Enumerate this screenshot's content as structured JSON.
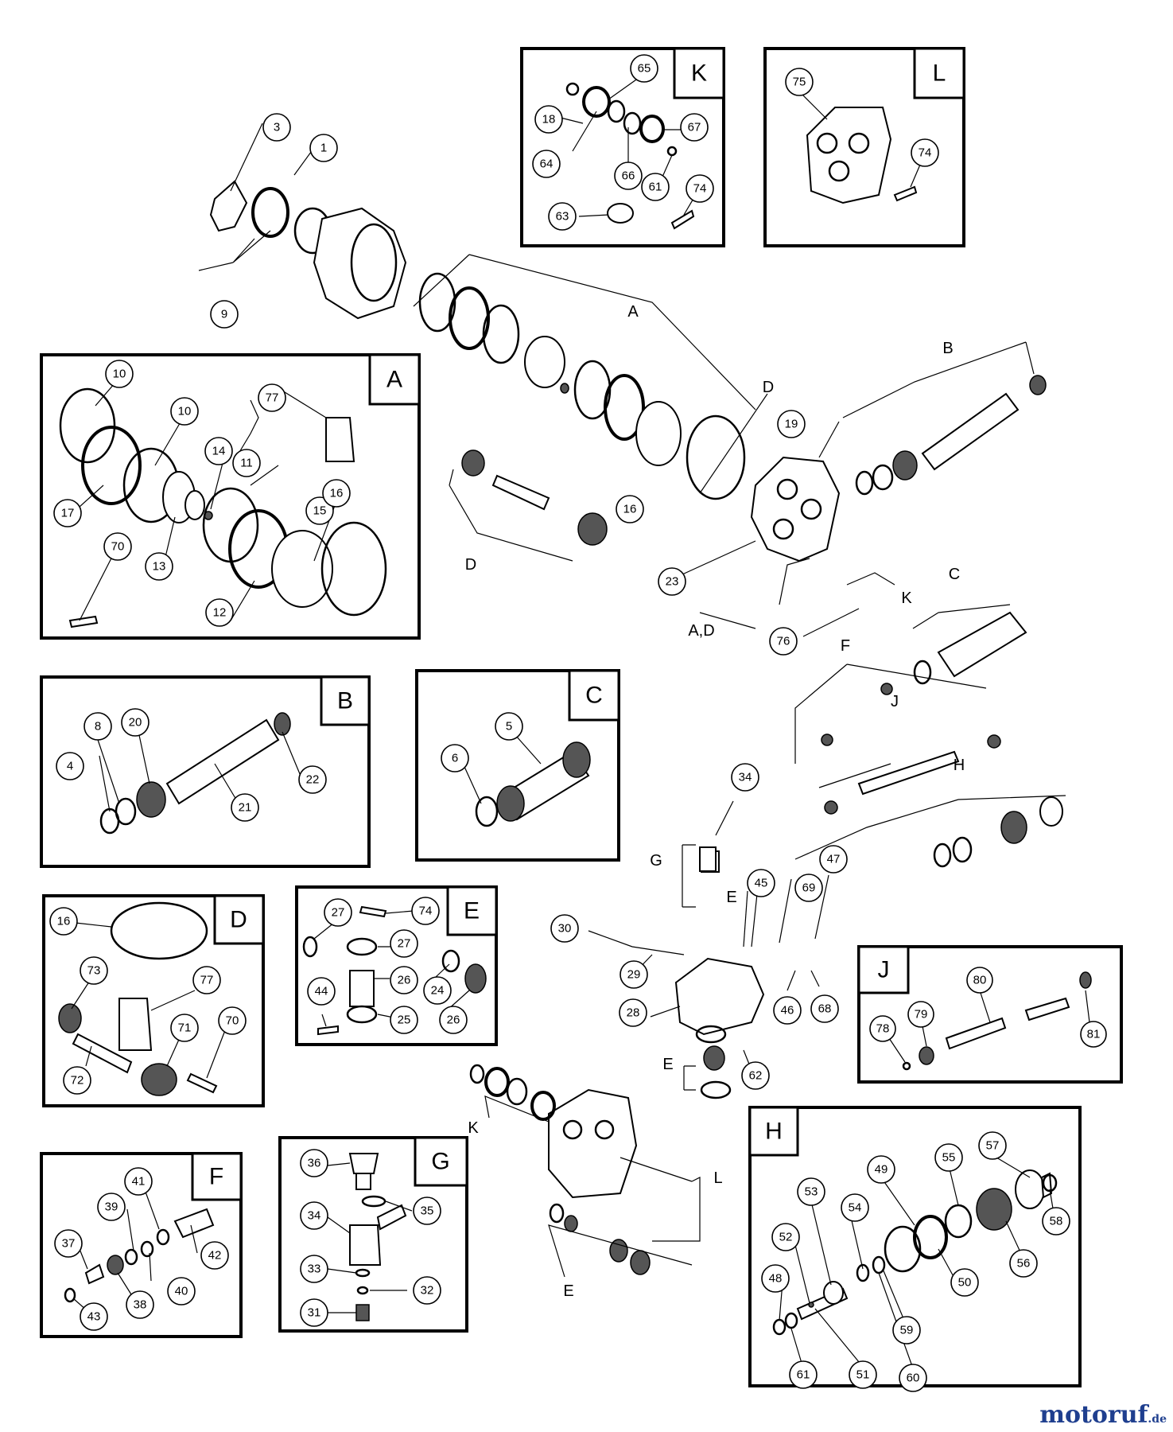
{
  "watermark": {
    "name": "motoruf",
    "suffix": ".de"
  },
  "insets": [
    {
      "id": "A",
      "title": "A",
      "parts": [
        "10",
        "10",
        "17",
        "13",
        "14",
        "11",
        "12",
        "15",
        "16",
        "70",
        "77"
      ]
    },
    {
      "id": "B",
      "title": "B",
      "parts": [
        "4",
        "8",
        "20",
        "21",
        "22"
      ]
    },
    {
      "id": "C",
      "title": "C",
      "parts": [
        "5",
        "6"
      ]
    },
    {
      "id": "D",
      "title": "D",
      "parts": [
        "16",
        "73",
        "77",
        "71",
        "70",
        "72"
      ]
    },
    {
      "id": "E",
      "title": "E",
      "parts": [
        "27",
        "74",
        "27",
        "26",
        "24",
        "26",
        "44",
        "25"
      ]
    },
    {
      "id": "F",
      "title": "F",
      "parts": [
        "41",
        "39",
        "42",
        "37",
        "40",
        "38",
        "43"
      ]
    },
    {
      "id": "G",
      "title": "G",
      "parts": [
        "36",
        "35",
        "34",
        "33",
        "32",
        "31"
      ]
    },
    {
      "id": "H",
      "title": "H",
      "parts": [
        "57",
        "49",
        "55",
        "53",
        "54",
        "58",
        "52",
        "56",
        "50",
        "48",
        "59",
        "60",
        "61",
        "51"
      ]
    },
    {
      "id": "J",
      "title": "J",
      "parts": [
        "80",
        "79",
        "78",
        "81"
      ]
    },
    {
      "id": "K",
      "title": "K",
      "parts": [
        "65",
        "18",
        "67",
        "64",
        "66",
        "61",
        "74",
        "63"
      ]
    },
    {
      "id": "L",
      "title": "L",
      "parts": [
        "75",
        "74"
      ]
    }
  ],
  "main_callouts": [
    "3",
    "1",
    "9",
    "19",
    "16",
    "23",
    "76",
    "34",
    "30",
    "29",
    "28",
    "45",
    "69",
    "47",
    "46",
    "68",
    "62"
  ],
  "letters": [
    "A",
    "B",
    "C",
    "D",
    "D",
    "K",
    "A,D",
    "F",
    "J",
    "H",
    "G",
    "E",
    "E",
    "K",
    "L",
    "E"
  ]
}
